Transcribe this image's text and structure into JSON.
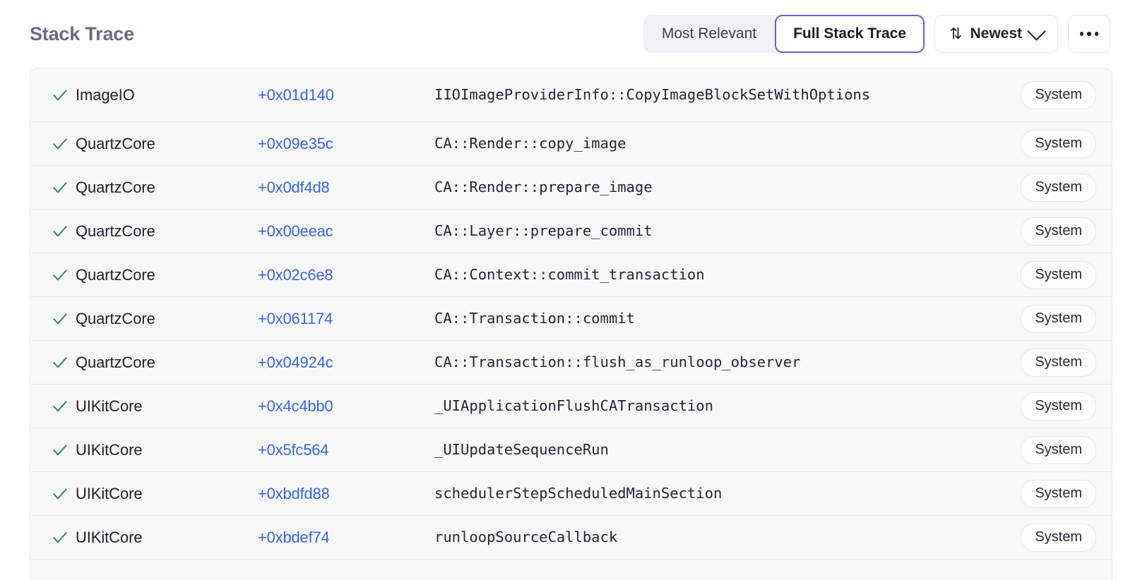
{
  "header": {
    "title": "Stack Trace",
    "segmented": {
      "options": [
        {
          "label": "Most Relevant",
          "selected": false
        },
        {
          "label": "Full Stack Trace",
          "selected": true
        }
      ]
    },
    "sort": {
      "icon": "sort-arrows-icon",
      "label": "Newest",
      "chevron": "chevron-down-icon"
    },
    "more": {
      "icon": "ellipsis-icon",
      "label": "..."
    }
  },
  "colors": {
    "accent_purple": "#6c5ecf",
    "title_purple": "#6e6684",
    "address_blue": "#3a63dd",
    "check_green": "#3a8a63",
    "row_background": "#f8f8fb",
    "row_divider": "#e8e6ef",
    "segment_track": "#f3f1f7"
  },
  "stack_trace": {
    "columns": [
      "status",
      "binary",
      "address",
      "symbol",
      "origin"
    ],
    "frames": [
      {
        "status_icon": "check-icon",
        "binary": "ImageIO",
        "address": "+0x01d140",
        "symbol": "IIOImageProviderInfo::CopyImageBlockSetWithOptions",
        "origin": "System"
      },
      {
        "status_icon": "check-icon",
        "binary": "QuartzCore",
        "address": "+0x09e35c",
        "symbol": "CA::Render::copy_image",
        "origin": "System"
      },
      {
        "status_icon": "check-icon",
        "binary": "QuartzCore",
        "address": "+0x0df4d8",
        "symbol": "CA::Render::prepare_image",
        "origin": "System"
      },
      {
        "status_icon": "check-icon",
        "binary": "QuartzCore",
        "address": "+0x00eeac",
        "symbol": "CA::Layer::prepare_commit",
        "origin": "System"
      },
      {
        "status_icon": "check-icon",
        "binary": "QuartzCore",
        "address": "+0x02c6e8",
        "symbol": "CA::Context::commit_transaction",
        "origin": "System"
      },
      {
        "status_icon": "check-icon",
        "binary": "QuartzCore",
        "address": "+0x061174",
        "symbol": "CA::Transaction::commit",
        "origin": "System"
      },
      {
        "status_icon": "check-icon",
        "binary": "QuartzCore",
        "address": "+0x04924c",
        "symbol": "CA::Transaction::flush_as_runloop_observer",
        "origin": "System"
      },
      {
        "status_icon": "check-icon",
        "binary": "UIKitCore",
        "address": "+0x4c4bb0",
        "symbol": "_UIApplicationFlushCATransaction",
        "origin": "System"
      },
      {
        "status_icon": "check-icon",
        "binary": "UIKitCore",
        "address": "+0x5fc564",
        "symbol": "_UIUpdateSequenceRun",
        "origin": "System"
      },
      {
        "status_icon": "check-icon",
        "binary": "UIKitCore",
        "address": "+0xbdfd88",
        "symbol": "schedulerStepScheduledMainSection",
        "origin": "System"
      },
      {
        "status_icon": "check-icon",
        "binary": "UIKitCore",
        "address": "+0xbdef74",
        "symbol": "runloopSourceCallback",
        "origin": "System"
      }
    ]
  }
}
